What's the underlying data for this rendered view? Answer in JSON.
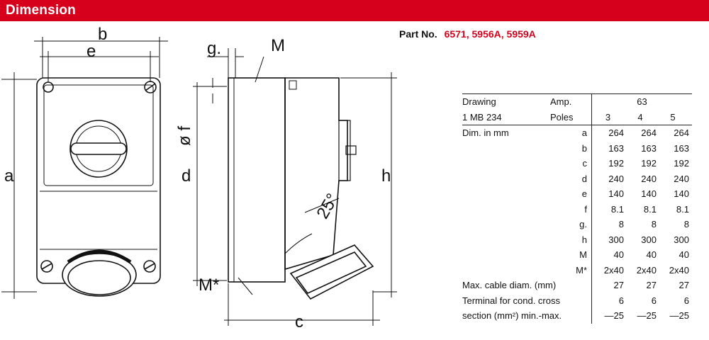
{
  "header": {
    "title": "Dimension"
  },
  "part": {
    "label": "Part No.",
    "numbers": "6571, 5956A, 5959A"
  },
  "drawing_labels": {
    "b": "b",
    "e": "e",
    "a": "a",
    "g": "g.",
    "M": "M",
    "phi_f": "ø f",
    "d": "d",
    "h": "h",
    "angle": "25°",
    "M_star": "M*",
    "c": "c"
  },
  "table": {
    "drawing_label": "Drawing",
    "drawing_id": "1 MB 234",
    "amp_label": "Amp.",
    "amp_value": "63",
    "poles_label": "Poles",
    "poles": [
      "3",
      "4",
      "5"
    ],
    "dim_label": "Dim. in mm",
    "rows": [
      {
        "key": "a",
        "values": [
          "264",
          "264",
          "264"
        ]
      },
      {
        "key": "b",
        "values": [
          "163",
          "163",
          "163"
        ]
      },
      {
        "key": "c",
        "values": [
          "192",
          "192",
          "192"
        ]
      },
      {
        "key": "d",
        "values": [
          "240",
          "240",
          "240"
        ]
      },
      {
        "key": "e",
        "values": [
          "140",
          "140",
          "140"
        ]
      },
      {
        "key": "f",
        "values": [
          "8.1",
          "8.1",
          "8.1"
        ]
      },
      {
        "key": "g.",
        "values": [
          "8",
          "8",
          "8"
        ]
      },
      {
        "key": "h",
        "values": [
          "300",
          "300",
          "300"
        ]
      },
      {
        "key": "M",
        "values": [
          "40",
          "40",
          "40"
        ]
      },
      {
        "key": "M*",
        "values": [
          "2x40",
          "2x40",
          "2x40"
        ]
      }
    ],
    "max_cable_label": "Max. cable diam. (mm)",
    "max_cable_values": [
      "27",
      "27",
      "27"
    ],
    "terminal_label_1": "Terminal for cond. cross",
    "terminal_values_1": [
      "6",
      "6",
      "6"
    ],
    "terminal_label_2": "section (mm²) min.-max.",
    "terminal_values_2": [
      "—25",
      "—25",
      "—25"
    ]
  },
  "colors": {
    "brand_red": "#d6001c"
  }
}
